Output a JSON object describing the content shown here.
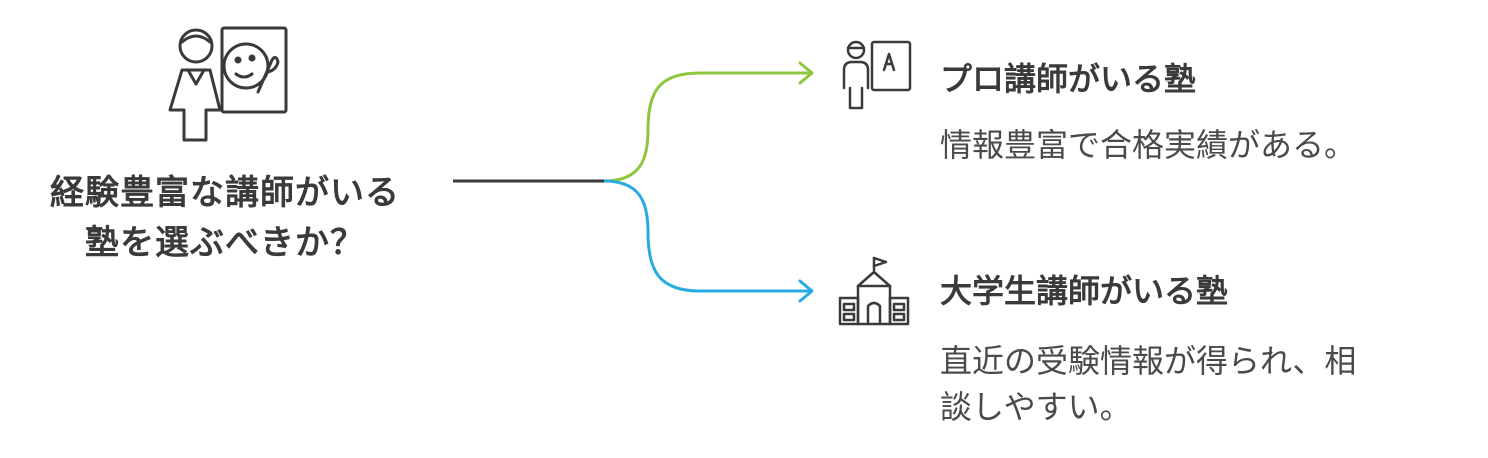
{
  "question": {
    "line1": "経験豊富な講師がいる",
    "line2": "塾を選ぶべきか？"
  },
  "options": [
    {
      "title": "プロ講師がいる塾",
      "desc_lines": [
        "情報豊富で合格実績がある。"
      ],
      "icon": "teacher-at-board-icon",
      "color": "#8dc63f"
    },
    {
      "title": "大学生講師がいる塾",
      "desc_lines": [
        "直近の受験情報が得られ、相",
        "談しやすい。"
      ],
      "icon": "university-building-icon",
      "color": "#29abe2"
    }
  ],
  "colors": {
    "trunk": "#3a3a3a",
    "icon_stroke": "#3a3a3a"
  }
}
